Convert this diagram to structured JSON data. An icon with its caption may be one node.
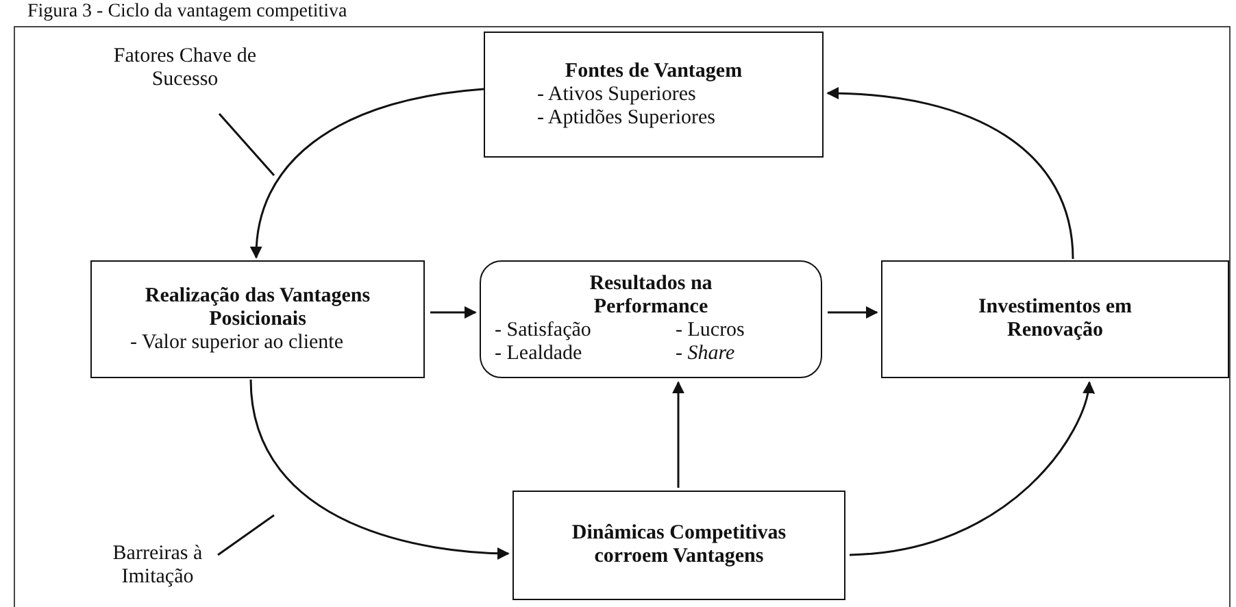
{
  "diagram": {
    "title": "Figura 3 - Ciclo da vantagem competitiva",
    "nodes": [
      {
        "text": [
          "Fontes de Vantagem",
          "- Ativos Superiores",
          "- Aptidões Superiores"
        ]
      },
      {
        "text": [
          "Realização das Vantagens Posicionais",
          "- Valor superior ao cliente"
        ]
      },
      {
        "text": [
          "Resultados na Performance",
          "- Satisfação",
          "- Lucros",
          "- Lealdade",
          "- *Share*"
        ]
      },
      {
        "text": [
          "Investimentos em Renovação"
        ]
      },
      {
        "text": [
          "Dinâmicas Competitivas corroem Vantagens"
        ]
      },
      {
        "text": [
          "Fatores Chave de Sucesso"
        ]
      },
      {
        "text": [
          "Barreiras à Imitação"
        ]
      }
    ],
    "edges": [
      {
        "from": 0,
        "to": 1,
        "arrow": "to"
      },
      {
        "from": 1,
        "to": 2,
        "arrow": "to"
      },
      {
        "from": 2,
        "to": 3,
        "arrow": "to"
      },
      {
        "from": 4,
        "to": 2,
        "arrow": "to"
      },
      {
        "from": 3,
        "to": 0,
        "arrow": "to"
      },
      {
        "from": 1,
        "to": 4,
        "arrow": "to"
      },
      {
        "from": 4,
        "to": 3,
        "arrow": "to"
      },
      {
        "from": 5,
        "to": null,
        "arrow": "none"
      },
      {
        "from": 6,
        "to": null,
        "arrow": "none"
      }
    ]
  }
}
